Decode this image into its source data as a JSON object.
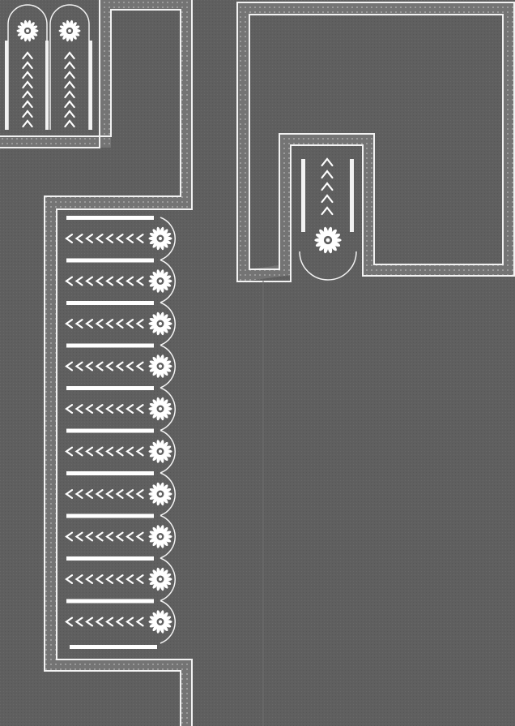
{
  "pattern": {
    "colors": {
      "background": "#5f5f5f",
      "band": "#7a7a7a",
      "line": "#f2f2f2",
      "accent": "#ffffff"
    },
    "motifs": {
      "strip_motif_count": 10,
      "top_left_arch_count": 2,
      "right_panel_leaf_count": 5,
      "strip_leaf_count": 8,
      "arch_leaf_count": 8
    },
    "icons": [
      "sunflower-icon",
      "leaf-icon",
      "bar-icon",
      "scallop-icon"
    ]
  }
}
